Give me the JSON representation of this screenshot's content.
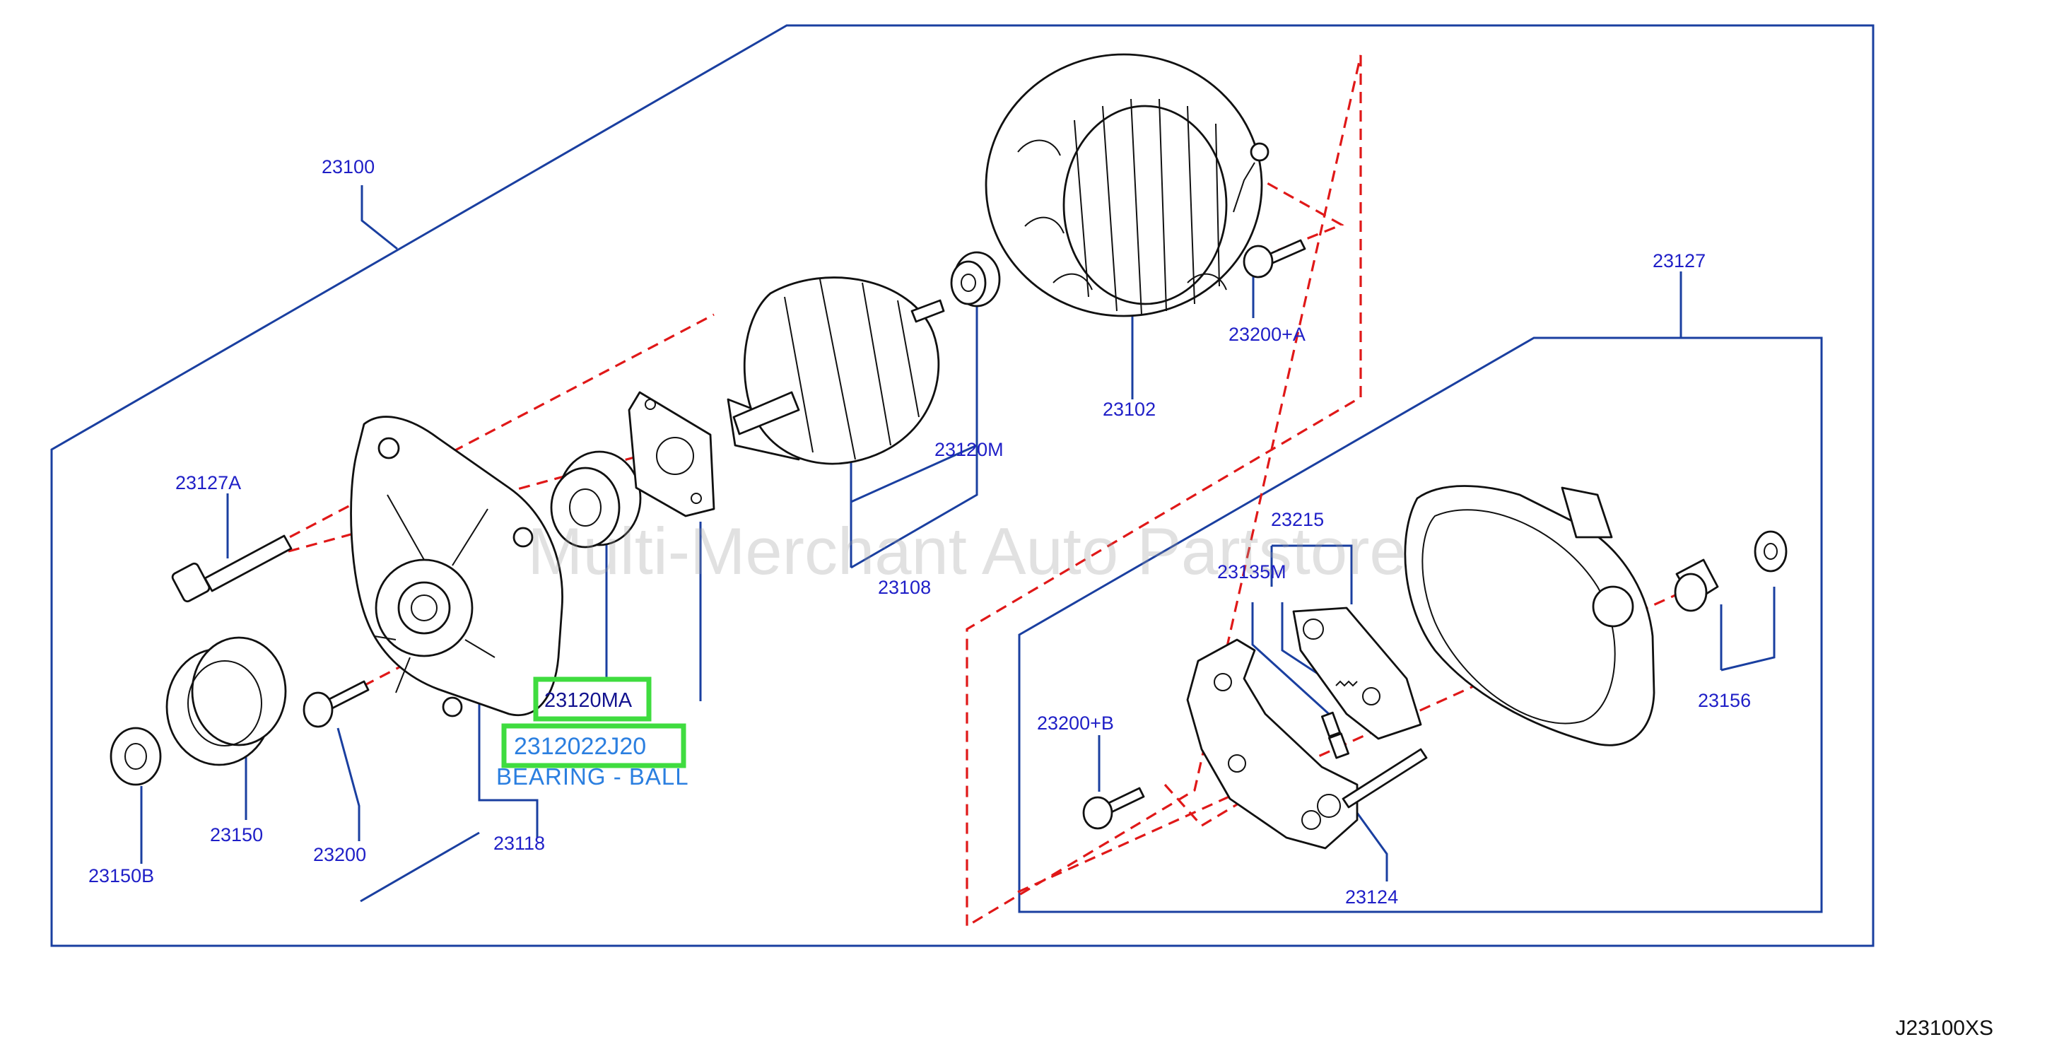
{
  "diagram": {
    "code": "J23100XS",
    "watermark": "Multi-Merchant Auto Partstore",
    "labels": {
      "l23100": "23100",
      "l23127": "23127",
      "l23127a": "23127A",
      "l23102": "23102",
      "l23200a": "23200+A",
      "l23120m": "23120M",
      "l23108": "23108",
      "l23215": "23215",
      "l23135m": "23135M",
      "l23156": "23156",
      "l23120ma": "23120MA",
      "part_number": "2312022J20",
      "part_desc": "BEARING - BALL",
      "l23200b": "23200+B",
      "l23150": "23150",
      "l23150b": "23150B",
      "l23200": "23200",
      "l23118": "23118",
      "l23124": "23124"
    },
    "colors": {
      "outline": "#1a3fa0",
      "dashed": "#e01818",
      "label": "#1f1fc7",
      "highlight": "#3fdc3f"
    }
  }
}
